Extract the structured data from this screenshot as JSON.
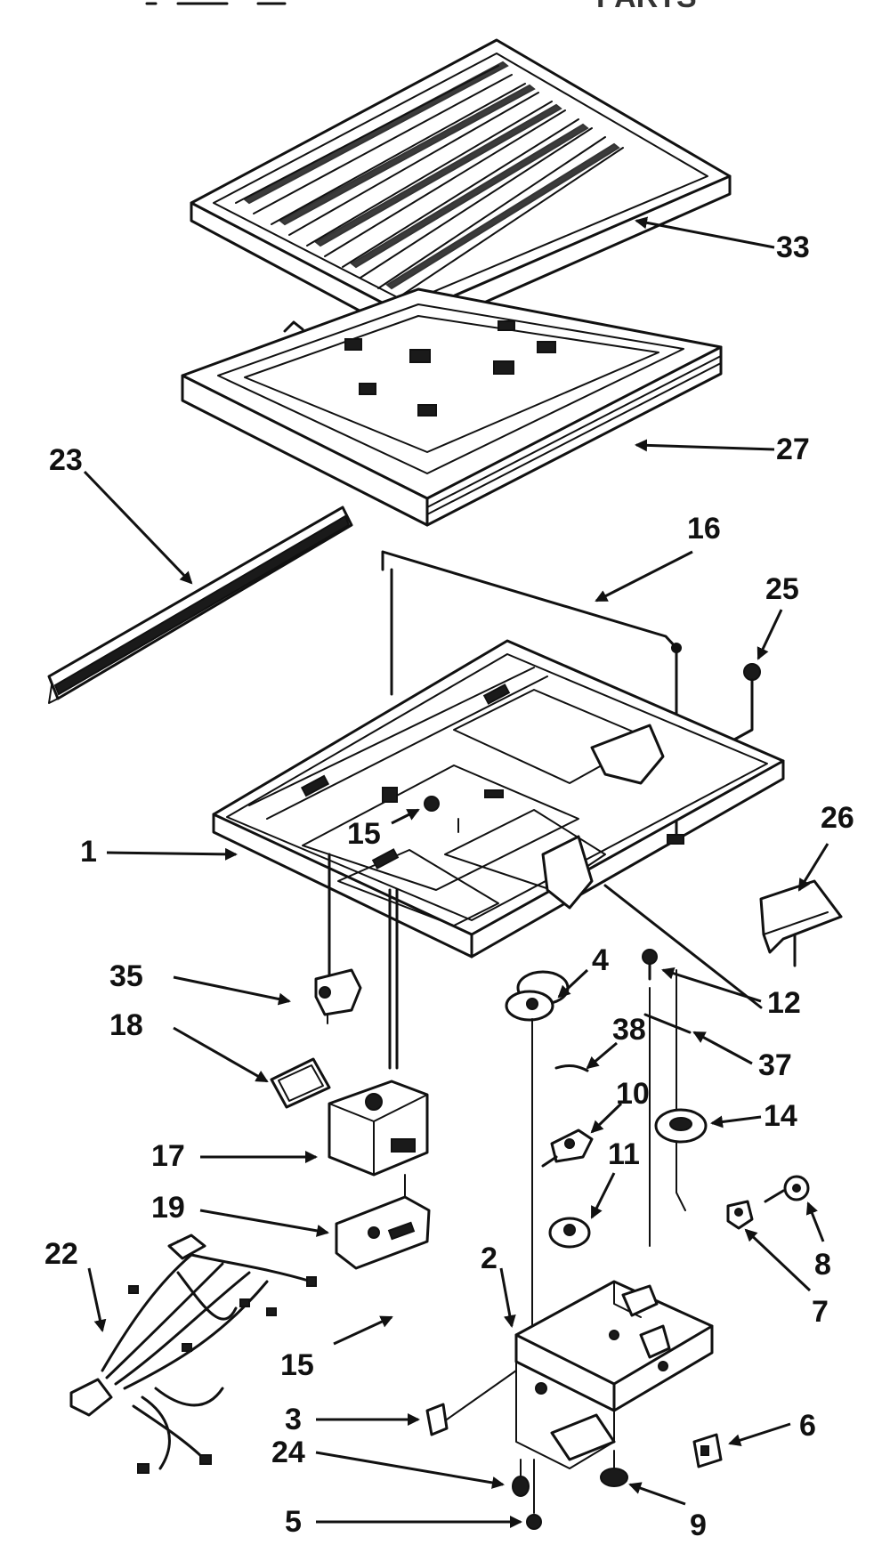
{
  "header_fragment": "PARTS",
  "callouts": {
    "c33": "33",
    "c27": "27",
    "c23": "23",
    "c16": "16",
    "c25": "25",
    "c15a": "15",
    "c1": "1",
    "c26": "26",
    "c35": "35",
    "c4": "4",
    "c12": "12",
    "c18": "18",
    "c38": "38",
    "c37": "37",
    "c10": "10",
    "c14": "14",
    "c17": "17",
    "c11": "11",
    "c19": "19",
    "c22": "22",
    "c2": "2",
    "c8": "8",
    "c7": "7",
    "c15b": "15",
    "c3": "3",
    "c6": "6",
    "c24": "24",
    "c5": "5",
    "c9": "9"
  }
}
